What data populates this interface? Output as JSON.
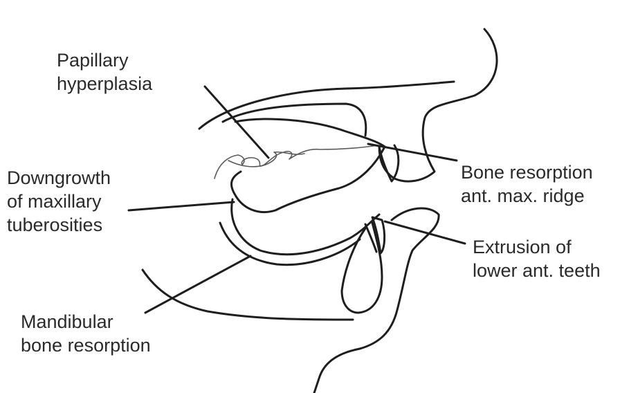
{
  "labels": {
    "papillary": [
      "Papillary",
      "hyperplasia"
    ],
    "downgrowth": [
      "Downgrowth",
      "of maxillary",
      "tuberosities"
    ],
    "bone_resorption_max": [
      "Bone resorption",
      "ant. max. ridge"
    ],
    "extrusion": [
      "Extrusion of",
      "lower ant. teeth"
    ],
    "mandibular": [
      "Mandibular",
      "bone resorption"
    ]
  },
  "colors": {
    "ink": "#1e1e1e",
    "text": "#2a2a2a",
    "background": "#ffffff"
  }
}
